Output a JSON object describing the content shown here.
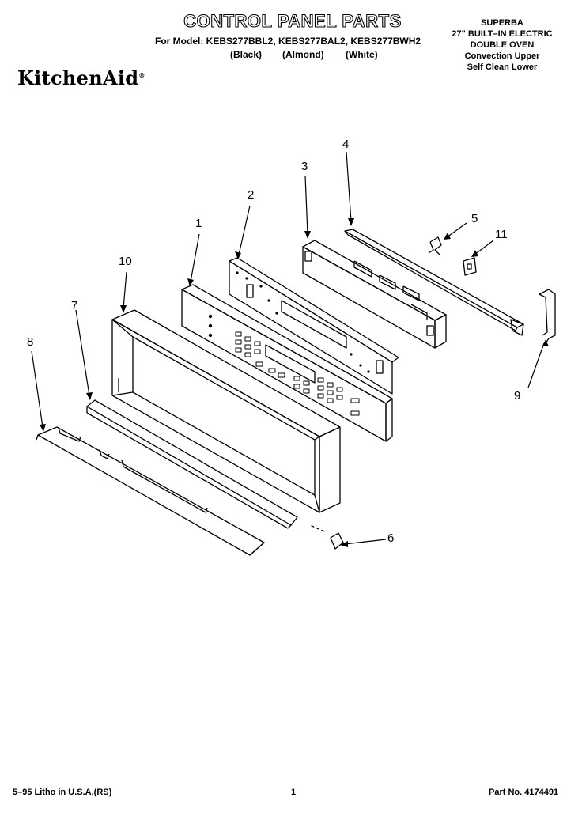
{
  "header": {
    "title": "CONTROL PANEL PARTS",
    "model_line": "For Model: KEBS277BBL2, KEBS277BAL2, KEBS277BWH2",
    "colors": [
      "(Black)",
      "(Almond)",
      "(White)"
    ],
    "brand": "KitchenAid",
    "product": [
      "SUPERBA",
      "27\" BUILT–IN ELECTRIC",
      "DOUBLE OVEN",
      "Convection Upper",
      "Self Clean Lower"
    ]
  },
  "callouts": [
    "1",
    "2",
    "3",
    "4",
    "5",
    "6",
    "7",
    "8",
    "9",
    "10",
    "11"
  ],
  "footer": {
    "litho": "5–95 Litho in U.S.A.(RS)",
    "page": "1",
    "part_no": "Part No. 4174491"
  }
}
